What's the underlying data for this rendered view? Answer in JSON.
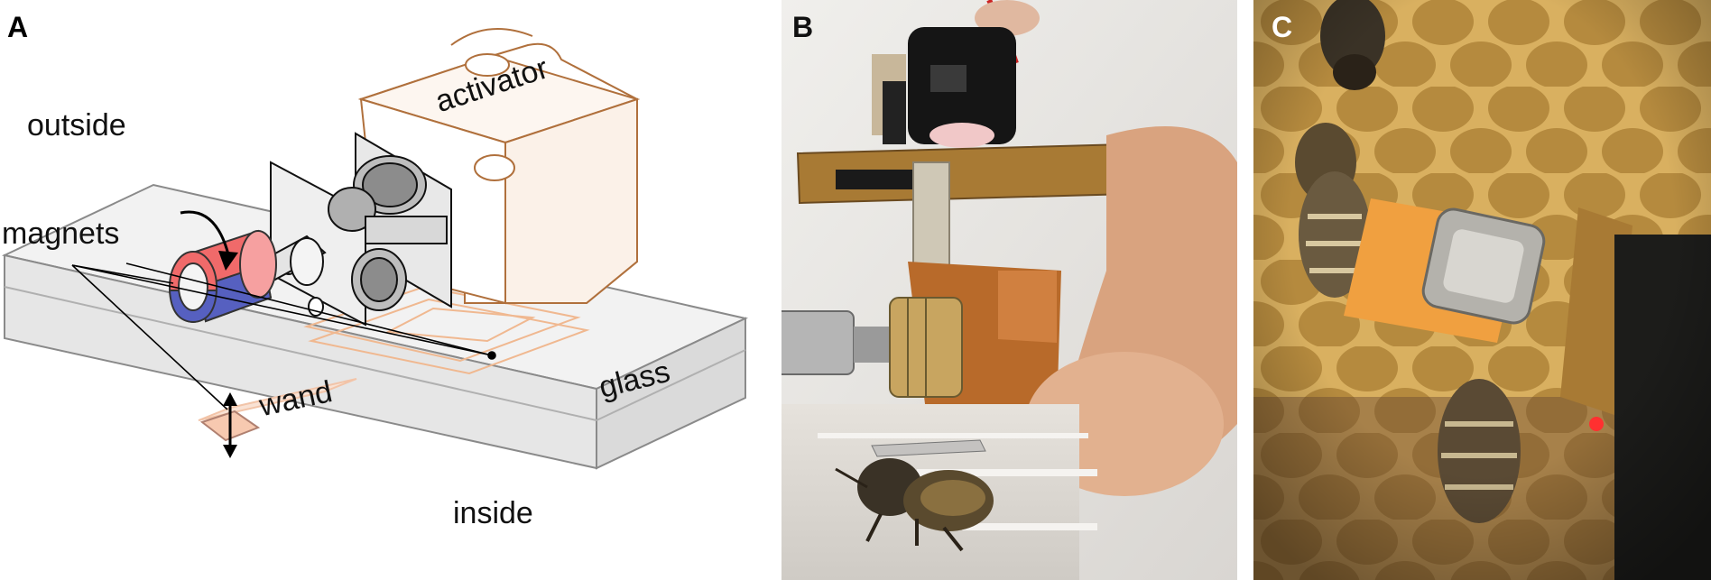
{
  "panels": {
    "a": {
      "letter": "A",
      "labels": {
        "outside": "outside",
        "magnets": "magnets",
        "activator": "activator",
        "wand": "wand",
        "glass": "glass",
        "inside": "inside"
      }
    },
    "b": {
      "letter": "B"
    },
    "c": {
      "letter": "C"
    }
  },
  "colors": {
    "glass_outline": "#8a8a8a",
    "activator_outline": "#b0703c",
    "magnet_red": "#f06a6a",
    "magnet_blue": "#5660c0",
    "wand_peach": "#f7c9b0",
    "honeycomb_bg": "#c79a3c",
    "bee_dark": "#3a3226",
    "orange_tape": "#f0a040"
  }
}
